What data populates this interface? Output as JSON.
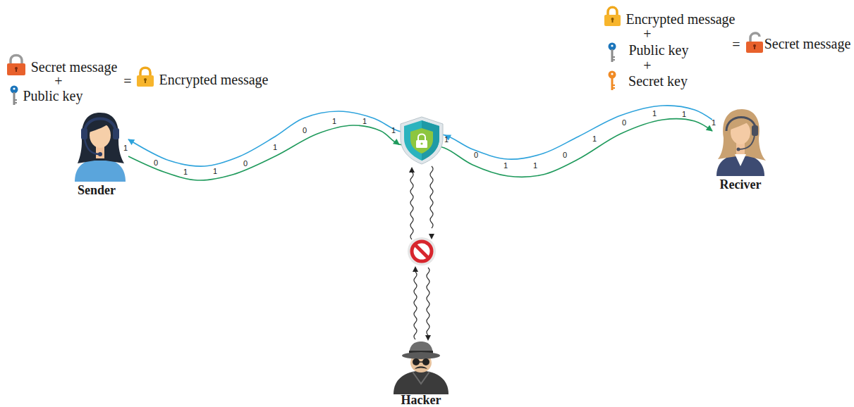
{
  "diagram": {
    "nodes": [
      {
        "text": [
          "Sender"
        ]
      },
      {
        "text": [
          "Reciver"
        ]
      },
      {
        "text": [
          "Hacker"
        ]
      }
    ],
    "edges": [
      {
        "from": 0,
        "to": 1,
        "arrow": "to"
      },
      {
        "from": 1,
        "to": 0,
        "arrow": "to"
      }
    ],
    "labels": [
      "Secret message",
      "+",
      "Public key",
      "=",
      "Encrypted message",
      "Encrypted message",
      "+",
      "Public key",
      "+",
      "Secret key",
      "=",
      "Secret message",
      "1",
      "0",
      "1",
      "1",
      "0",
      "1",
      "0",
      "1",
      "1",
      "1",
      "1",
      "0",
      "1",
      "1",
      "0",
      "1",
      "0",
      "1",
      "1",
      "1"
    ]
  }
}
